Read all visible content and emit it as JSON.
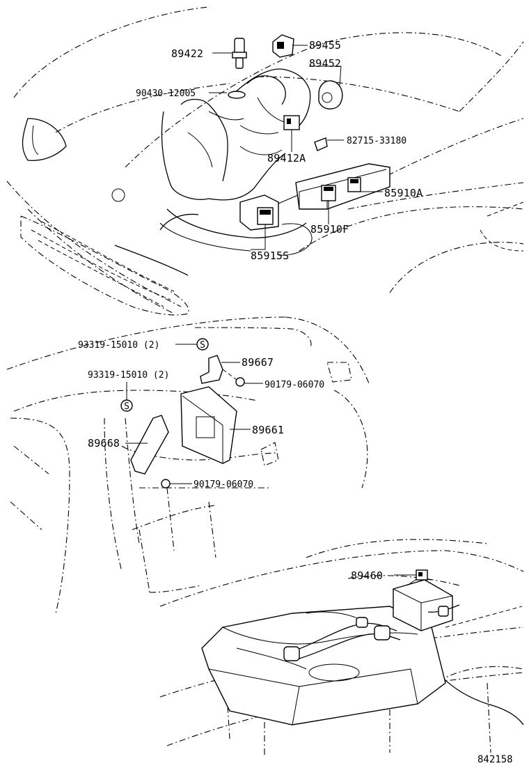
{
  "labels": {
    "p89422": "89422",
    "p89455": "89455",
    "p89452": "89452",
    "p90430": "90430-12005",
    "p82715": "82715-33180",
    "p89412A": "89412A",
    "p85910A": "85910A",
    "p85910F": "85910F",
    "p85915S": "85915S",
    "p93319a": "93319-15010 (2)",
    "p93319b": "93319-15010 (2)",
    "p89667": "89667",
    "p90179a": "90179-06070",
    "p89661": "89661",
    "p89668": "89668",
    "p90179b": "90179-06070",
    "p89460": "89460",
    "ref": "842158"
  },
  "icons": {
    "screw_symbol": "S"
  }
}
